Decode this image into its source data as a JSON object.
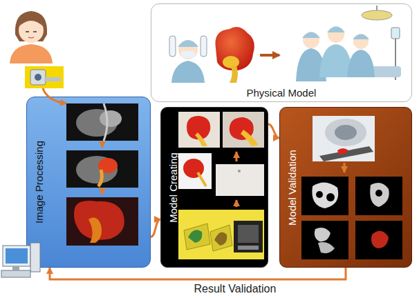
{
  "diagram": {
    "nodes": [
      {
        "text": [
          "Physical Model"
        ]
      },
      {
        "text": [
          "Image Processing"
        ]
      },
      {
        "text": [
          "Model Creating"
        ]
      },
      {
        "text": [
          "Model Validation"
        ]
      }
    ],
    "edges": [
      {
        "from": 1,
        "to": 2,
        "arrow": "to"
      },
      {
        "from": 2,
        "to": 3,
        "arrow": "to"
      },
      {
        "from": 3,
        "to": 1,
        "label": "Result Validation",
        "arrow": "to"
      }
    ]
  }
}
